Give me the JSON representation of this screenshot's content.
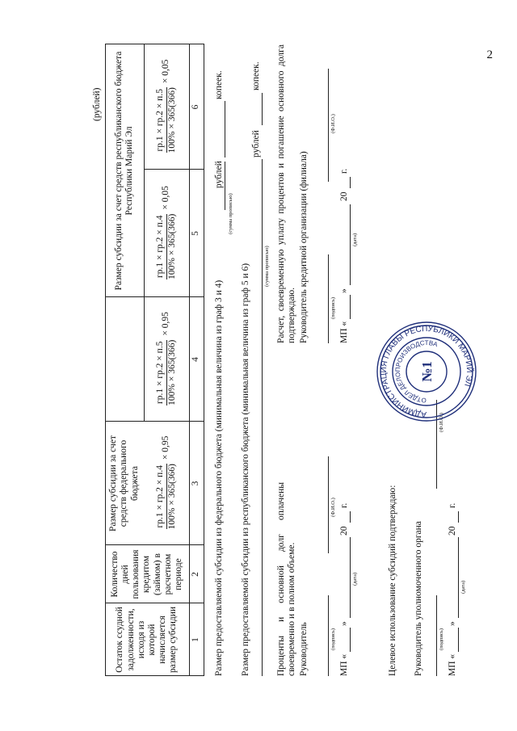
{
  "page_number": "2",
  "currency_note": "(рублей)",
  "table": {
    "col1": "Остаток ссудной задолженности, исходя из которой начисляется размер субсидии",
    "col2": "Количество дней пользования кредитом (займом) в расчетном периоде",
    "fed_header": "Размер субсидии за счет средств федерального бюджета",
    "rep_header": "Размер субсидии за счет средств республиканского бюджета Республики Марий Эл",
    "col_numbers": [
      "1",
      "2",
      "3",
      "4",
      "5",
      "6"
    ],
    "f3_num": "гр.1 × гр.2 × п.4",
    "f3_den": "100% × 365(366)",
    "f3_mult": "× 0,95",
    "f4_num": "гр.1 × гр.2 × п.5",
    "f4_den": "100% × 365(366)",
    "f4_mult": "× 0,95",
    "f5_num": "гр.1 × гр.2 × п.4",
    "f5_den": "100% × 365(366)",
    "f5_mult": "× 0,05",
    "f6_num": "гр.1 × гр.2 × п.5",
    "f6_den": "100% × 365(366)",
    "f6_mult": "× 0,05"
  },
  "lines": {
    "fed_text": "Размер предоставляемой субсидии из федерального бюджета (минимальная величина из граф 3 и 4)",
    "fed_rub": "рублей",
    "fed_kop": "копеек.",
    "sum_words": "(сумма прописью)",
    "rep_text": "Размер предоставляемой субсидии из республиканского бюджета (минимальная величина из граф 5 и 6)",
    "rep_rub": "рублей",
    "rep_kop": "копеек."
  },
  "left": {
    "p1": "Проценты и основной долг оплачены своевременно и в полном объеме.",
    "head": "Руководитель",
    "sig": "(подпись)",
    "fio": "(Ф.И.О.)",
    "mp": "МП «",
    "quote": "»",
    "date": "(дата)",
    "year": "20",
    "g": "г."
  },
  "right": {
    "p1": "Расчет, своевременную уплату процентов и погашение основного долга подтверждаю.",
    "head": "Руководитель кредитной организации (филиала)",
    "sig": "(подпись)",
    "fio": "(Ф.И.О.)",
    "mp": "МП «",
    "quote": "»",
    "date": "(дата)",
    "year": "20",
    "g": "г."
  },
  "bottom": {
    "confirm": "Целевое использование субсидий подтверждаю:",
    "head": "Руководитель уполномоченного органа",
    "sig": "(подпись)",
    "fio": "(Ф.И.О.)",
    "mp": "МП «",
    "quote": "»",
    "date": "(дата)",
    "year": "20",
    "g": "г."
  },
  "stamp": {
    "outer": "АДМИНИСТРАЦИЯ ГЛАВЫ РЕСПУБЛИКИ МАРИЙ ЭЛ",
    "inner": "ОТДЕЛ ДЕЛОПРОИЗВОДСТВА",
    "number": "№1",
    "color": "#1f2f7a"
  }
}
